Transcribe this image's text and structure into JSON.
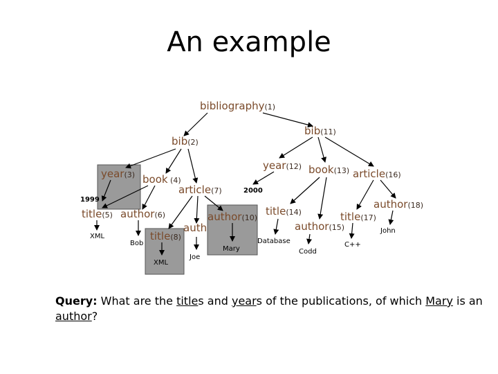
{
  "title": "An example",
  "tree": {
    "nodes": [
      {
        "id": "bibliography",
        "label": "bibliography",
        "num": "(1)"
      },
      {
        "id": "bib2",
        "label": "bib",
        "num": "(2)"
      },
      {
        "id": "bib11",
        "label": "bib",
        "num": "(11)"
      },
      {
        "id": "year3",
        "label": "year",
        "num": "(3)"
      },
      {
        "id": "book4",
        "label": "book",
        "num": " (4)"
      },
      {
        "id": "article7",
        "label": "article",
        "num": "(7)"
      },
      {
        "id": "title5",
        "label": "title",
        "num": "(5)"
      },
      {
        "id": "author6",
        "label": "author",
        "num": "(6)"
      },
      {
        "id": "title8",
        "label": "title",
        "num": "(8)"
      },
      {
        "id": "auth9",
        "label": "auth",
        "num": ""
      },
      {
        "id": "author10",
        "label": "author",
        "num": "(10)"
      },
      {
        "id": "year12",
        "label": "year",
        "num": "(12)"
      },
      {
        "id": "book13",
        "label": "book",
        "num": "(13)"
      },
      {
        "id": "article16",
        "label": "article",
        "num": "(16)"
      },
      {
        "id": "title14",
        "label": "title",
        "num": "(14)"
      },
      {
        "id": "author15",
        "label": "author",
        "num": "(15)"
      },
      {
        "id": "title17",
        "label": "title",
        "num": "(17)"
      },
      {
        "id": "author18",
        "label": "author",
        "num": "(18)"
      }
    ],
    "leaves": [
      {
        "id": "v1999",
        "text": "1999"
      },
      {
        "id": "vxml1",
        "text": "XML"
      },
      {
        "id": "vbob",
        "text": "Bob"
      },
      {
        "id": "vxml2",
        "text": "XML"
      },
      {
        "id": "vjoe",
        "text": "Joe"
      },
      {
        "id": "vmary",
        "text": "Mary"
      },
      {
        "id": "v2000",
        "text": "2000"
      },
      {
        "id": "vdatabase",
        "text": "Database"
      },
      {
        "id": "vcodd",
        "text": "Codd"
      },
      {
        "id": "vcpp",
        "text": "C++"
      },
      {
        "id": "vjohn",
        "text": "John"
      }
    ]
  },
  "query": {
    "label": "Query:",
    "t1": " What are the ",
    "u1": "title",
    "t2": "s and ",
    "u2": "year",
    "t3": "s of the publications, of which ",
    "u3": "Mary",
    "t4": " is an ",
    "u4": "author",
    "t5": "?"
  },
  "colors": {
    "node_text": "#7a4a2a",
    "edge": "#000000",
    "highlight_fill": "#9a9a9a",
    "highlight_stroke": "#555555"
  }
}
